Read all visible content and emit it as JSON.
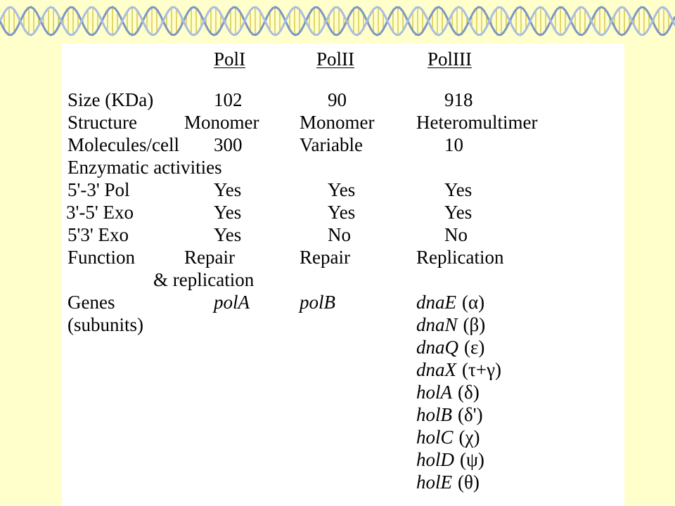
{
  "header": {
    "pol1": "PolI",
    "pol2": "PolII",
    "pol3": "PolIII"
  },
  "rows": {
    "size": {
      "label": "Size (KDa)",
      "pol1": "102",
      "pol2": "90",
      "pol3": "918"
    },
    "structure": {
      "label": "Structure",
      "pol1": "Monomer",
      "pol2": "Monomer",
      "pol3": "Heteromultimer"
    },
    "molecules": {
      "label": "Molecules/cell",
      "pol1": "300",
      "pol2": "Variable",
      "pol3": "10"
    },
    "enzymatic": {
      "label": "Enzymatic activities"
    },
    "pol53": {
      "label": "5'-3' Pol",
      "pol1": "Yes",
      "pol2": "Yes",
      "pol3": "Yes"
    },
    "exo35": {
      "label": "3'-5' Exo",
      "pol1": "Yes",
      "pol2": "Yes",
      "pol3": "Yes"
    },
    "exo53": {
      "label": "5'3' Exo",
      "pol1": "Yes",
      "pol2": "No",
      "pol3": "No"
    },
    "function": {
      "label": "Function",
      "pol1": "Repair",
      "pol1_cont": "& replication",
      "pol2": "Repair",
      "pol3": "Replication"
    },
    "genes": {
      "label": "Genes",
      "label2": "(subunits)",
      "pol1": "polA",
      "pol2": "polB"
    }
  },
  "pol3_genes": [
    {
      "gene": "dnaE",
      "subunit": "(α)"
    },
    {
      "gene": "dnaN",
      "subunit": "(β)"
    },
    {
      "gene": "dnaQ",
      "subunit": "(ε)"
    },
    {
      "gene": "dnaX",
      "subunit": "(τ+γ)"
    },
    {
      "gene": "holA",
      "subunit": "(δ)"
    },
    {
      "gene": "holB",
      "subunit": "(δ')"
    },
    {
      "gene": "holC",
      "subunit": "(χ)"
    },
    {
      "gene": "holD",
      "subunit": "(ψ)"
    },
    {
      "gene": "holE",
      "subunit": "(θ)"
    }
  ],
  "colors": {
    "background": "#ffffcc",
    "panel": "#ffffff",
    "helix_strand_a": "#7c97c4",
    "helix_strand_b": "#a9bde0",
    "helix_rungs": "#d9c74a"
  },
  "icons": {
    "banner": "dna-helix-banner"
  }
}
